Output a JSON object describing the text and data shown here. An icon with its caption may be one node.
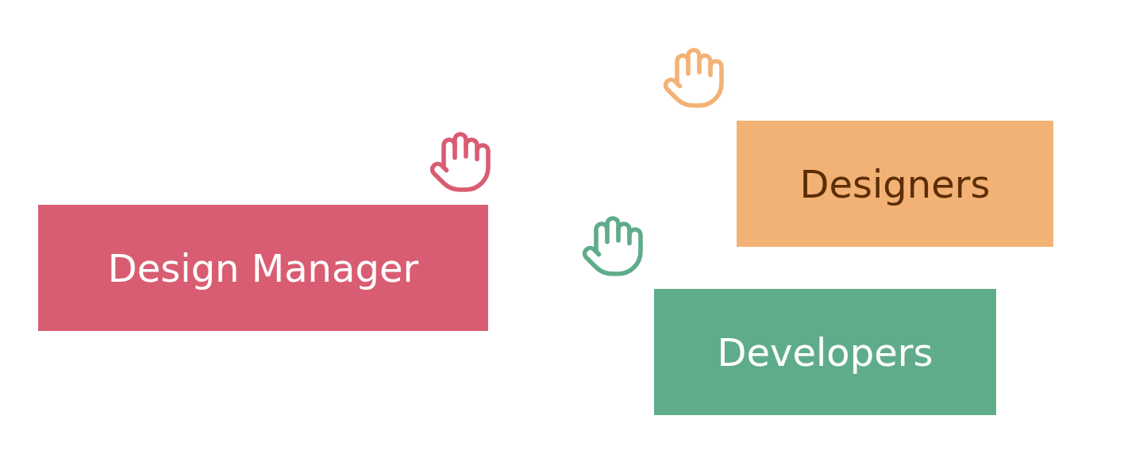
{
  "diagram": {
    "nodes": [
      {
        "text": [
          "Design Manager"
        ]
      },
      {
        "text": [
          "Designers"
        ]
      },
      {
        "text": [
          "Developers"
        ]
      }
    ]
  }
}
